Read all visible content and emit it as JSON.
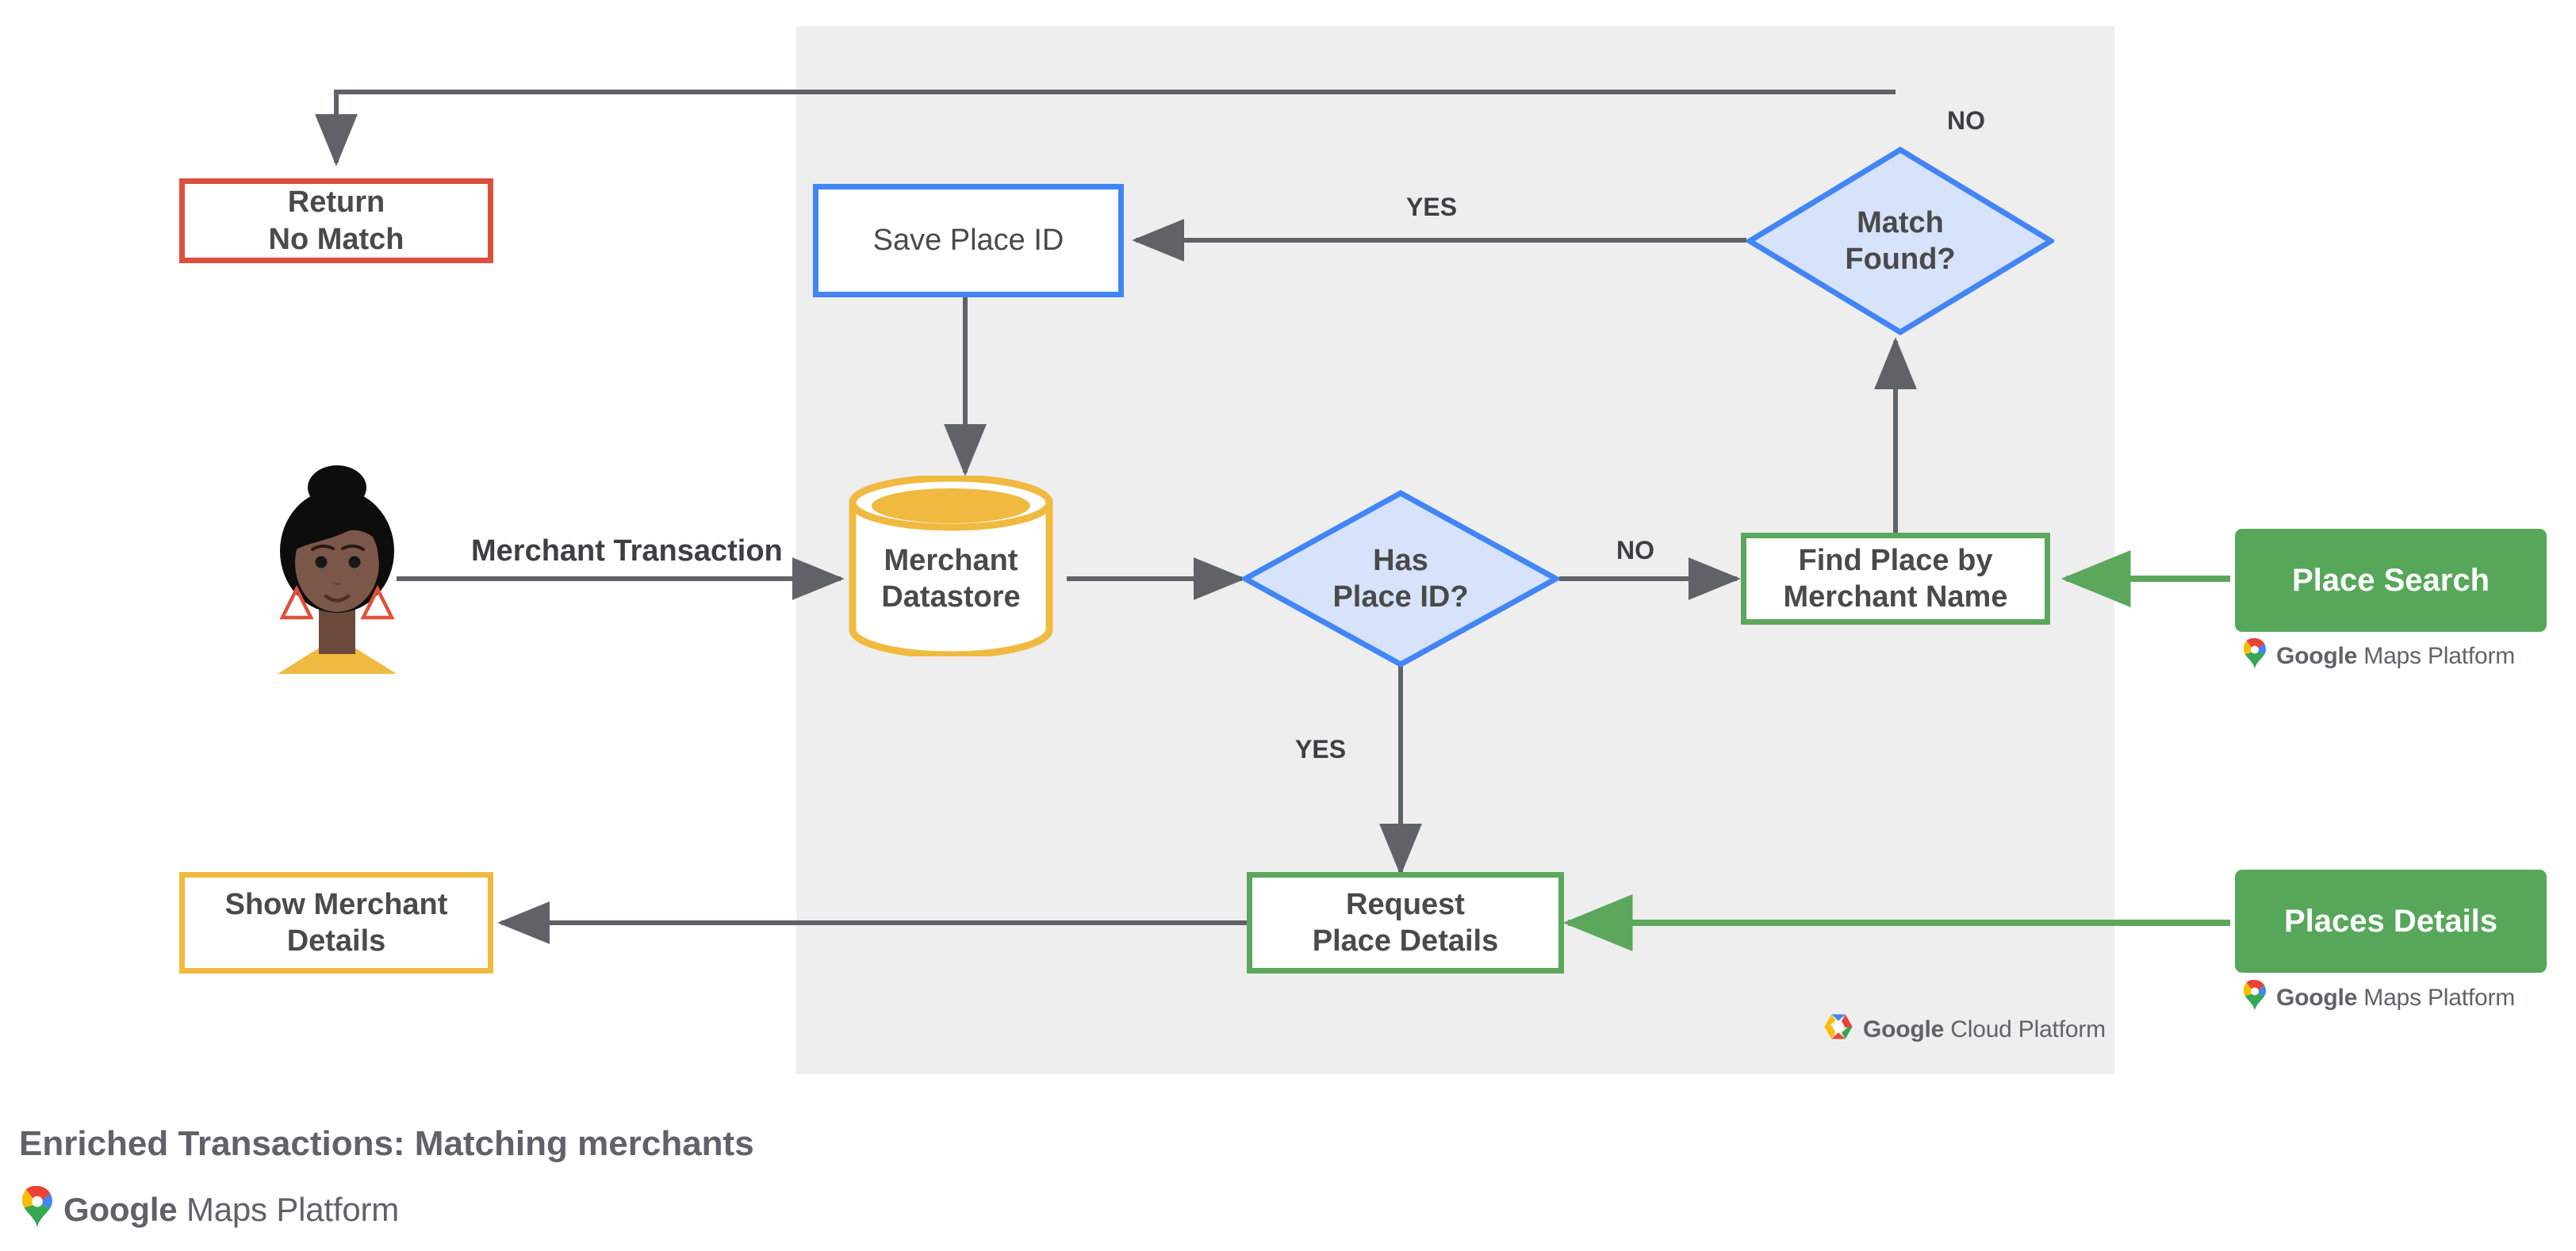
{
  "diagram": {
    "title": "Enriched Transactions: Matching merchants",
    "panel_label": "Google Cloud Platform",
    "colors": {
      "red": "#DB4F3C",
      "blue": "#4285F4",
      "blue_fill": "#D6E3FB",
      "green": "#5BA75C",
      "green_solid": "#57A75A",
      "yellow": "#EFBA3F",
      "panel_gray": "#eeeeee",
      "edge_gray": "#5f6368",
      "text_gray": "#4a4a4a"
    },
    "nodes": {
      "return_no_match": "Return\nNo Match",
      "save_place_id": "Save Place ID",
      "match_found": "Match\nFound?",
      "merchant_datastore": "Merchant\nDatastore",
      "has_place_id": "Has\nPlace ID?",
      "find_place_by_merchant_name": "Find Place by\nMerchant Name",
      "place_search": "Place Search",
      "request_place_details": "Request\nPlace Details",
      "places_details": "Places Details",
      "show_merchant_details": "Show Merchant\nDetails"
    },
    "edge_labels": {
      "merchant_transaction": "Merchant Transaction",
      "yes_match_found": "YES",
      "no_match_found": "NO",
      "no_has_place_id": "NO",
      "yes_has_place_id": "YES"
    },
    "brands": {
      "google": "Google",
      "maps_platform": "Maps Platform",
      "cloud_platform": "Cloud Platform"
    },
    "icons": {
      "maps_pin": "google-maps-pin-icon",
      "cloud_hex": "google-cloud-hexagon-icon",
      "avatar": "user-avatar-illustration"
    }
  }
}
